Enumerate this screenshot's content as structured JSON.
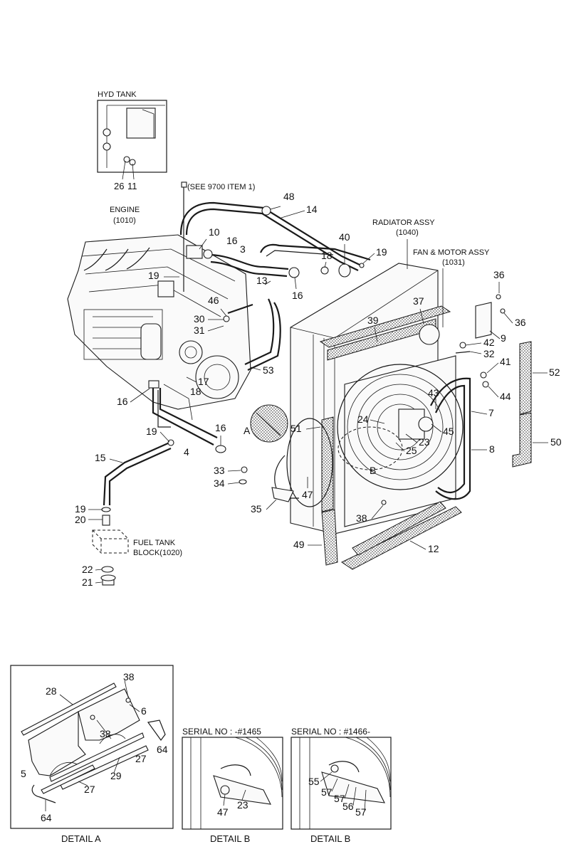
{
  "labels": {
    "hyd_tank": "HYD TANK",
    "see_note": "(SEE 9700 ITEM 1)",
    "engine": "ENGINE",
    "engine_ref": "(1010)",
    "radiator": "RADIATOR ASSY",
    "radiator_ref": "(1040)",
    "fan_motor": "FAN & MOTOR ASSY",
    "fan_motor_ref": "(1031)",
    "fuel_tank": "FUEL TANK",
    "fuel_tank_ref": "BLOCK(1020)",
    "callout_a": "A",
    "callout_b": "B",
    "serial_1": "SERIAL NO : -#1465",
    "serial_2": "SERIAL NO : #1466-",
    "detail_a": "DETAIL A",
    "detail_b1": "DETAIL B",
    "detail_b2": "DETAIL B"
  },
  "parts": {
    "p26": "26",
    "p11": "11",
    "p48": "48",
    "p14": "14",
    "p10": "10",
    "p16a": "16",
    "p3": "3",
    "p40": "40",
    "p19a": "19",
    "p18a": "18",
    "p19b": "19",
    "p13": "13",
    "p16b": "16",
    "p46": "46",
    "p30": "30",
    "p31": "31",
    "p37": "37",
    "p39": "39",
    "p36a": "36",
    "p36b": "36",
    "p9": "9",
    "p42": "42",
    "p32": "32",
    "p41": "41",
    "p52": "52",
    "p53": "53",
    "p17": "17",
    "p18b": "18",
    "p16c": "16",
    "p43": "43",
    "p44": "44",
    "p7": "7",
    "p24": "24",
    "p51": "51",
    "p45": "45",
    "p23": "23",
    "p25": "25",
    "p19c": "19",
    "p16d": "16",
    "p4": "4",
    "p50": "50",
    "p8": "8",
    "p15": "15",
    "p33": "33",
    "p34": "34",
    "p47": "47",
    "p35": "35",
    "p38": "38",
    "p19d": "19",
    "p20": "20",
    "p49": "49",
    "p12": "12",
    "p22": "22",
    "p21": "21"
  },
  "detail_a_parts": {
    "p38": "38",
    "p28": "28",
    "p6": "6",
    "p38b": "38",
    "p64a": "64",
    "p27a": "27",
    "p5": "5",
    "p29": "29",
    "p27b": "27",
    "p64b": "64"
  },
  "detail_b1_parts": {
    "p47": "47",
    "p23": "23"
  },
  "detail_b2_parts": {
    "p55": "55",
    "p57a": "57",
    "p57b": "57",
    "p56": "56",
    "p57c": "57"
  }
}
